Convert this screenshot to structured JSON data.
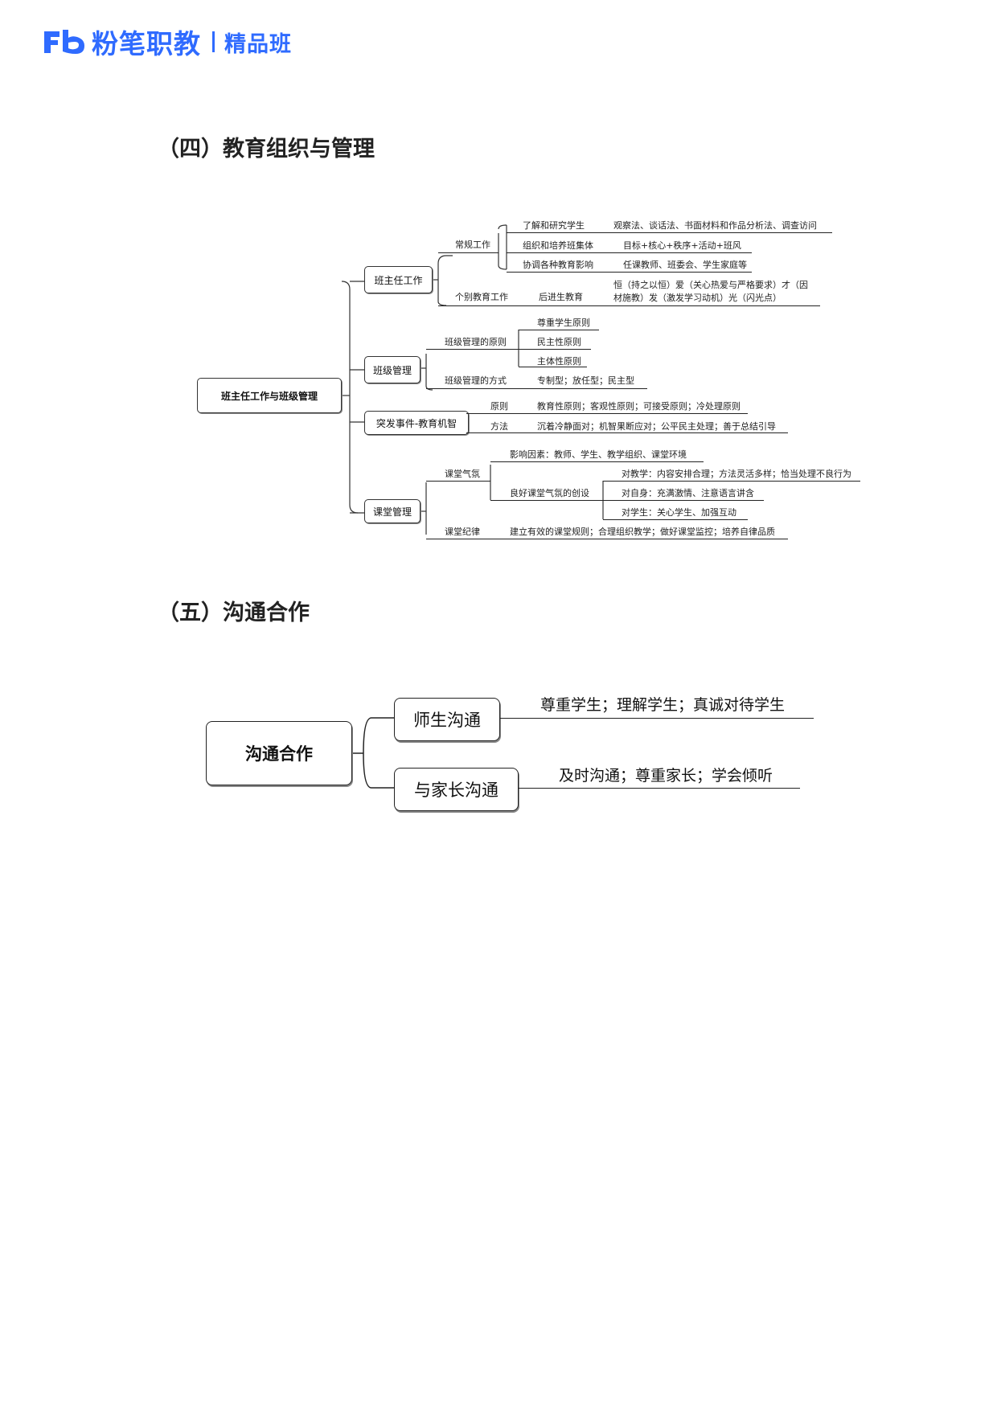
{
  "header": {
    "brand": "粉笔职教",
    "sub": "精品班",
    "brand_color": "#2f6bff"
  },
  "section4": {
    "title": "（四）教育组织与管理",
    "root": "班主任工作与班级管理",
    "n1": {
      "label": "班主任工作",
      "routine": "常规工作",
      "r1": "了解和研究学生",
      "r1_detail": "观察法、谈话法、书面材料和作品分析法、调查访问",
      "r2": "组织和培养班集体",
      "r2_detail": "目标+核心+秩序+活动+班风",
      "r3": "协调各种教育影响",
      "r3_detail": "任课教师、班委会、学生家庭等",
      "individual": "个别教育工作",
      "laggard": "后进生教育",
      "laggard_detail_1": "恒（持之以恒）爱（关心热爱与严格要求）才（因",
      "laggard_detail_2": "材施教）发（激发学习动机）光（闪光点）"
    },
    "n2": {
      "label": "班级管理",
      "principles": "班级管理的原则",
      "p1": "尊重学生原则",
      "p2": "民主性原则",
      "p3": "主体性原则",
      "modes": "班级管理的方式",
      "modes_detail": "专制型；放任型；民主型"
    },
    "n3": {
      "label": "突发事件-教育机智",
      "principle": "原则",
      "principle_detail": "教育性原则；客观性原则；可接受原则；冷处理原则",
      "method": "方法",
      "method_detail": "沉着冷静面对；机智果断应对；公平民主处理；善于总结引导"
    },
    "n4": {
      "label": "课堂管理",
      "climate": "课堂气氛",
      "factors": "影响因素：教师、学生、教学组织、课堂环境",
      "creation": "良好课堂气氛的创设",
      "c1": "对教学：内容安排合理；方法灵活多样；恰当处理不良行为",
      "c2": "对自身：充满激情、注意语言讲含",
      "c3": "对学生：关心学生、加强互动",
      "discipline": "课堂纪律",
      "discipline_detail": "建立有效的课堂规则；合理组织教学；做好课堂监控；培养自律品质"
    }
  },
  "section5": {
    "title": "（五）沟通合作",
    "root": "沟通合作",
    "b1": "师生沟通",
    "b1_detail": "尊重学生；理解学生；真诚对待学生",
    "b2": "与家长沟通",
    "b2_detail": "及时沟通；尊重家长；学会倾听"
  }
}
